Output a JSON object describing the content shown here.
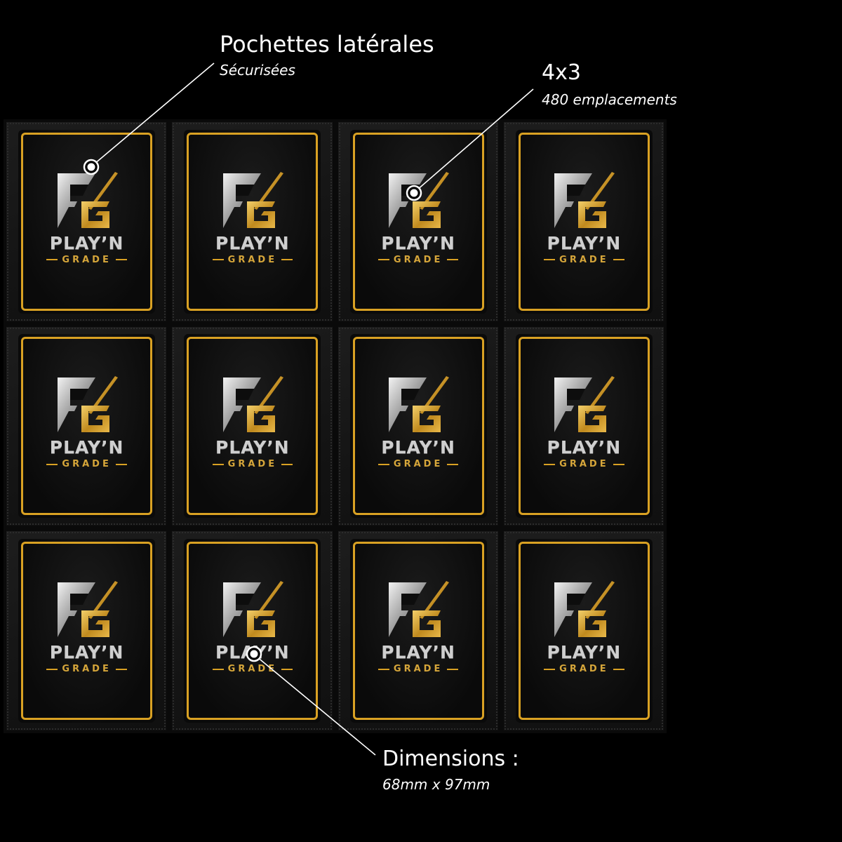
{
  "callouts": [
    {
      "title": "Pochettes latérales",
      "subtitle": "Sécurisées"
    },
    {
      "title": "4x3",
      "subtitle": "480 emplacements"
    },
    {
      "title": "Dimensions :",
      "subtitle": "68mm x 97mm"
    }
  ],
  "cards": [
    {
      "brand_top": "PLAY’N",
      "brand_bottom": "GRADE"
    },
    {
      "brand_top": "PLAY’N",
      "brand_bottom": "GRADE"
    },
    {
      "brand_top": "PLAY’N",
      "brand_bottom": "GRADE"
    },
    {
      "brand_top": "PLAY’N",
      "brand_bottom": "GRADE"
    },
    {
      "brand_top": "PLAY’N",
      "brand_bottom": "GRADE"
    },
    {
      "brand_top": "PLAY’N",
      "brand_bottom": "GRADE"
    },
    {
      "brand_top": "PLAY’N",
      "brand_bottom": "GRADE"
    },
    {
      "brand_top": "PLAY’N",
      "brand_bottom": "GRADE"
    },
    {
      "brand_top": "PLAY’N",
      "brand_bottom": "GRADE"
    },
    {
      "brand_top": "PLAY’N",
      "brand_bottom": "GRADE"
    },
    {
      "brand_top": "PLAY’N",
      "brand_bottom": "GRADE"
    },
    {
      "brand_top": "PLAY’N",
      "brand_bottom": "GRADE"
    }
  ],
  "colors": {
    "background": "#000000",
    "gold": "#d9a123",
    "silver": "#cfcfcf",
    "pocket": "#161616"
  },
  "icons": {
    "callout_marker": "target-dot-icon",
    "card_logo": "pg-monogram-logo-icon"
  }
}
